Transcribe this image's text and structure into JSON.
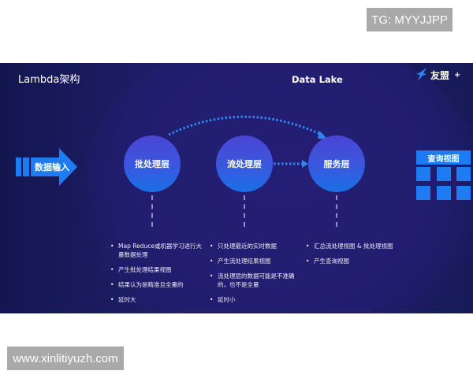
{
  "watermarks": {
    "top_right": "TG: MYYJJPP",
    "bottom_left": "www.xinlitiyuzh.com"
  },
  "slide": {
    "title": "Lambda架构",
    "data_lake_label": "Data Lake",
    "logo": {
      "brand": "友盟",
      "plus": "+",
      "icon": "bird-feather-icon"
    },
    "input": {
      "label": "数据输入",
      "icon": "arrow-right-icon"
    },
    "layers": [
      {
        "name": "批处理层",
        "bullets": [
          "Map Reduce或机器学习进行大量数据处理",
          "产生批处理结果视图",
          "结果认为是精准且全量的",
          "延时大"
        ]
      },
      {
        "name": "流处理层",
        "bullets": [
          "只处理最近的实时数据",
          "产生流处理结果视图",
          "流处理层的数据可能是不准确的，也不是全量",
          "延时小"
        ]
      },
      {
        "name": "服务层",
        "bullets": [
          "汇总流处理视图 & 批处理视图",
          "产生查询视图"
        ]
      }
    ],
    "query_view": {
      "label": "查询视图",
      "tiles": 6
    },
    "colors": {
      "background": "#1a1a5c",
      "accent_blue": "#1e7bf2",
      "circle_top": "#4a45d4",
      "circle_bottom": "#1a6fe6",
      "dotted_arrow": "#2f86f0"
    }
  }
}
